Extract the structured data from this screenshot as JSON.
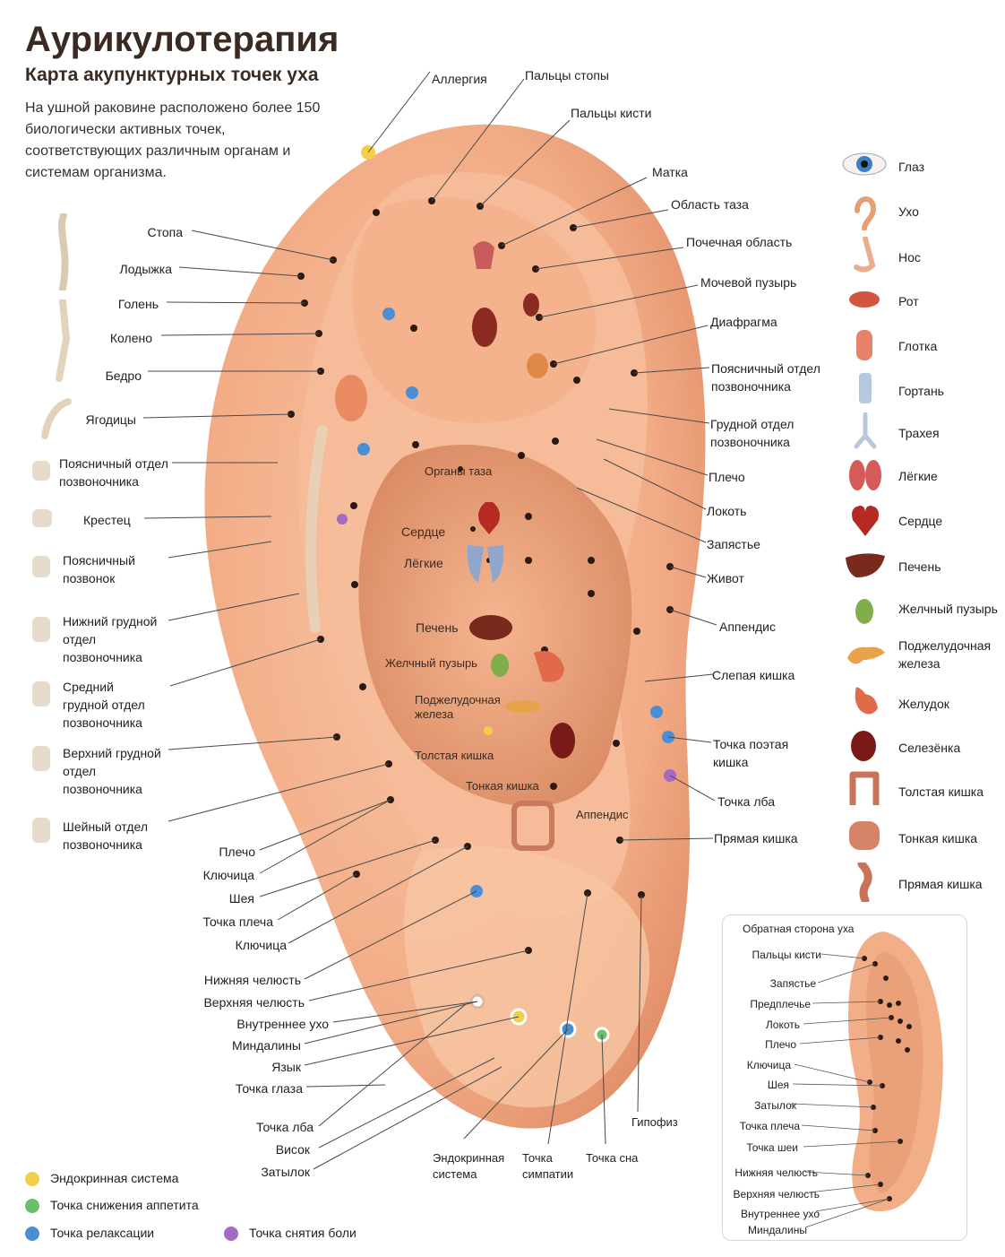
{
  "header": {
    "title": "Аурикулотерапия",
    "subtitle": "Карта акупунктурных точек уха",
    "intro": "На ушной раковине расположено более 150 биологически активных точек, соответствующих различным органам и системам организма."
  },
  "labels_top": [
    "Аллергия",
    "Пальцы стопы",
    "Пальцы кисти",
    "Матка",
    "Область таза",
    "Почечная область",
    "Мочевой пузырь",
    "Диафрагма"
  ],
  "labels_left_upper": [
    "Стопа",
    "Лодыжка",
    "Голень",
    "Колено",
    "Бедро",
    "Ягодицы"
  ],
  "labels_spine": [
    "Поясничный отдел позвоночника",
    "Крестец",
    "Поясничный позвонок",
    "Нижний грудной отдел позвоночника",
    "Средний грудной отдел позвоночника",
    "Верхний грудной отдел позвоночника",
    "Шейный отдел позвоночника"
  ],
  "labels_left_lower": [
    "Плечо",
    "Ключица",
    "Шея",
    "Точка плеча",
    "Ключица",
    "Нижняя челюсть",
    "Верхняя челюсть",
    "Внутреннее ухо",
    "Миндалины",
    "Язык",
    "Точка глаза",
    "Точка лба",
    "Висок",
    "Затылок"
  ],
  "labels_right": [
    "Поясничный отдел позвоночника",
    "Грудной отдел позвоночника",
    "Плечо",
    "Локоть",
    "Запястье",
    "Живот",
    "Аппендис",
    "Слепая кишка",
    "Точка поэтая кишка",
    "Точка лба",
    "Прямая кишка"
  ],
  "labels_inner": [
    "Органы таза",
    "Сердце",
    "Лёгкие",
    "Печень",
    "Желчный пузырь",
    "Поджелудочная железа",
    "Толстая кишка",
    "Тонкая кишка",
    "Аппендис"
  ],
  "labels_bottom": [
    "Гипофиз",
    "Эндокринная система",
    "Точка симпатии",
    "Точка сна"
  ],
  "organs_legend": [
    {
      "label": "Глаз",
      "icon": "eye-icon"
    },
    {
      "label": "Ухо",
      "icon": "ear-icon"
    },
    {
      "label": "Нос",
      "icon": "nose-icon"
    },
    {
      "label": "Рот",
      "icon": "mouth-icon"
    },
    {
      "label": "Глотка",
      "icon": "pharynx-icon"
    },
    {
      "label": "Гортань",
      "icon": "larynx-icon"
    },
    {
      "label": "Трахея",
      "icon": "trachea-icon"
    },
    {
      "label": "Лёгкие",
      "icon": "lungs-icon"
    },
    {
      "label": "Сердце",
      "icon": "heart-icon"
    },
    {
      "label": "Печень",
      "icon": "liver-icon"
    },
    {
      "label": "Желчный пузырь",
      "icon": "gallbladder-icon"
    },
    {
      "label": "Поджелудочная железа",
      "icon": "pancreas-icon"
    },
    {
      "label": "Желудок",
      "icon": "stomach-icon"
    },
    {
      "label": "Селезёнка",
      "icon": "spleen-icon"
    },
    {
      "label": "Толстая кишка",
      "icon": "colon-icon"
    },
    {
      "label": "Тонкая кишка",
      "icon": "small-intestine-icon"
    },
    {
      "label": "Прямая кишка",
      "icon": "rectum-icon"
    }
  ],
  "legend": [
    {
      "label": "Эндокринная система",
      "color": "#f2cf4a"
    },
    {
      "label": "Точка снижения аппетита",
      "color": "#6cbf6a"
    },
    {
      "label": "Точка релаксации",
      "color": "#4a8fd6"
    },
    {
      "label": "Точка снятия боли",
      "color": "#a56bc0"
    }
  ],
  "inset": {
    "title": "Обратная сторона уха",
    "labels": [
      "Пальцы кисти",
      "Запястье",
      "Предплечье",
      "Локоть",
      "Плечо",
      "Ключица",
      "Шея",
      "Затылок",
      "Точка плеча",
      "Точка шеи",
      "Нижняя челюсть",
      "Верхняя челюсть",
      "Внутреннее ухо",
      "Миндалины"
    ]
  },
  "colors": {
    "skin": "#f4b48e",
    "skin_dark": "#e08f69",
    "point": "#2a1a14",
    "leader_line": "#4a4a4a"
  }
}
